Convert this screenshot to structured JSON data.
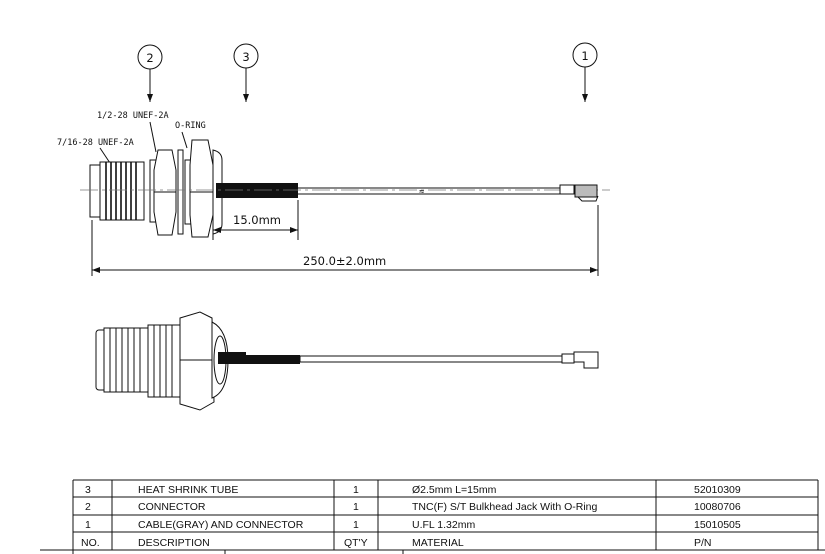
{
  "balloons": [
    {
      "number": "2"
    },
    {
      "number": "3"
    },
    {
      "number": "1"
    }
  ],
  "callouts": {
    "thread_large": "1/2-28 UNEF-2A",
    "o_ring": "O-RING",
    "thread_small": "7/16-28 UNEF-2A"
  },
  "dimensions": {
    "heat_shrink_length": "15.0mm",
    "overall_length": "250.0±2.0mm"
  },
  "bom": {
    "header": {
      "no": "NO.",
      "description": "DESCRIPTION",
      "qty": "QT'Y",
      "material": "MATERIAL",
      "pn": "P/N"
    },
    "rows": [
      {
        "no": "3",
        "description": "HEAT SHRINK TUBE",
        "qty": "1",
        "material": "Ø2.5mm L=15mm",
        "pn": "52010309"
      },
      {
        "no": "2",
        "description": "CONNECTOR",
        "qty": "1",
        "material": "TNC(F) S/T Bulkhead Jack With O-Ring",
        "pn": "10080706"
      },
      {
        "no": "1",
        "description": "CABLE(GRAY) AND CONNECTOR",
        "qty": "1",
        "material": "U.FL 1.32mm",
        "pn": "15010505"
      }
    ]
  }
}
